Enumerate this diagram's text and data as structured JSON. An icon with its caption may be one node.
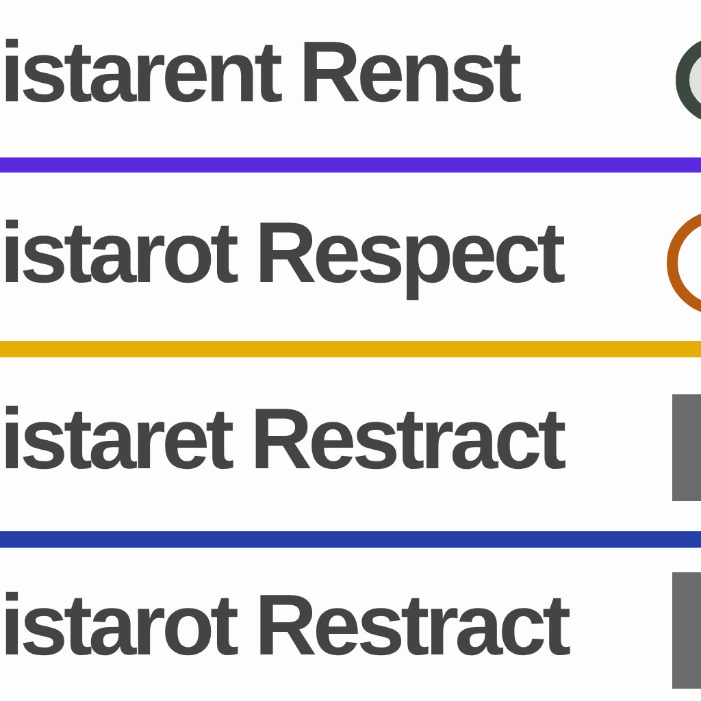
{
  "diagram": {
    "labels": [
      "istarent Renst",
      "istarot Respect",
      "istaret Restract",
      "istarot Restract"
    ]
  }
}
